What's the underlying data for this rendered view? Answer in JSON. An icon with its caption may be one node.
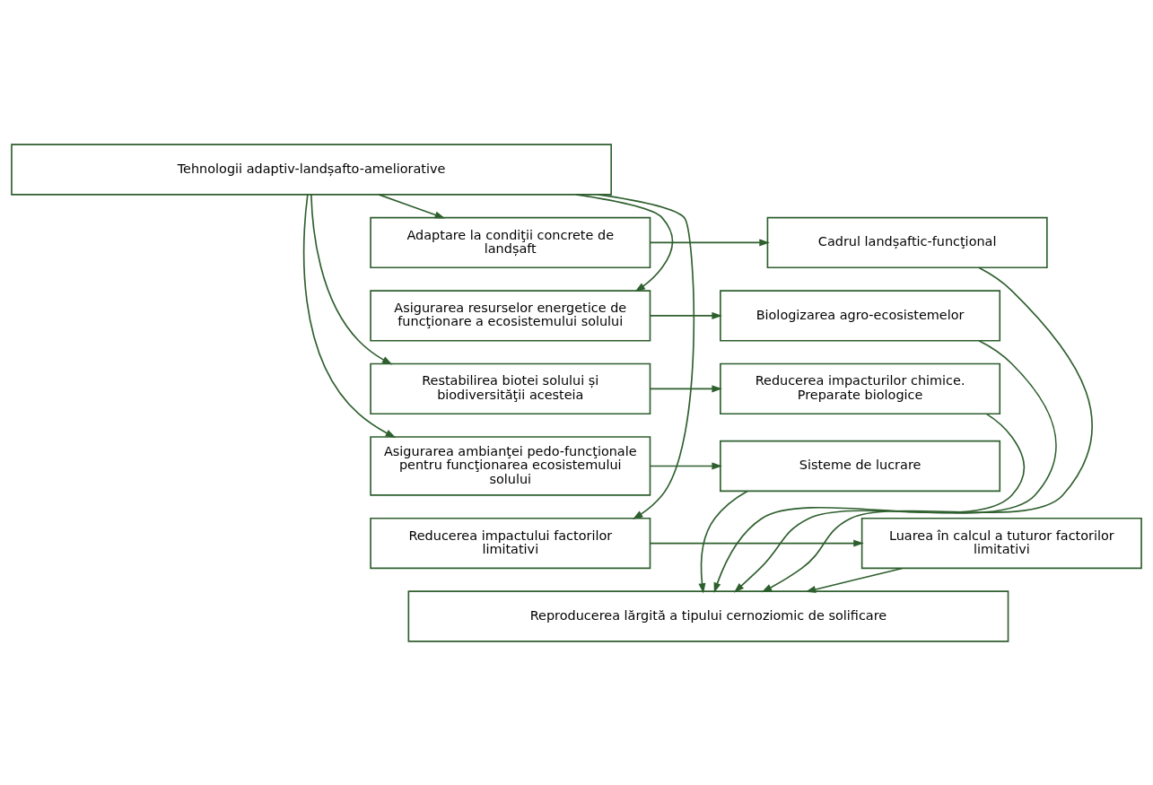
{
  "diagram": {
    "nodes": [
      {
        "text": [
          "Tehnologii adaptiv-landșafto-ameliorative"
        ]
      },
      {
        "text": [
          "Adaptare la condiţii concrete de landșaft"
        ]
      },
      {
        "text": [
          "Cadrul landșaftic-funcţional"
        ]
      },
      {
        "text": [
          "Asigurarea resurselor energetice de funcţionare a ecosistemului solului"
        ]
      },
      {
        "text": [
          "Biologizarea agro-ecosistemelor"
        ]
      },
      {
        "text": [
          "Restabilirea biotei solului și biodiversităţii acesteia"
        ]
      },
      {
        "text": [
          "Reducerea impacturilor chimice. Preparate biologice"
        ]
      },
      {
        "text": [
          "Asigurarea ambianţei pedo-funcţionale pentru funcţionarea ecosistemului solului"
        ]
      },
      {
        "text": [
          "Sisteme de lucrare"
        ]
      },
      {
        "text": [
          "Reducerea impactului factorilor limitativi"
        ]
      },
      {
        "text": [
          "Luarea în calcul a tuturor factorilor limitativi"
        ]
      },
      {
        "text": [
          "Reproducerea lărgită a tipului cernoziomic de solificare"
        ]
      }
    ],
    "edges": [
      {
        "from": 0,
        "to": 1,
        "arrow": "to"
      },
      {
        "from": 0,
        "to": 3,
        "arrow": "to"
      },
      {
        "from": 0,
        "to": 5,
        "arrow": "to"
      },
      {
        "from": 0,
        "to": 7,
        "arrow": "to"
      },
      {
        "from": 0,
        "to": 9,
        "arrow": "to"
      },
      {
        "from": 1,
        "to": 2,
        "arrow": "to"
      },
      {
        "from": 3,
        "to": 4,
        "arrow": "to"
      },
      {
        "from": 5,
        "to": 6,
        "arrow": "to"
      },
      {
        "from": 7,
        "to": 8,
        "arrow": "to"
      },
      {
        "from": 9,
        "to": 10,
        "arrow": "to"
      },
      {
        "from": 2,
        "to": 11,
        "arrow": "to"
      },
      {
        "from": 4,
        "to": 11,
        "arrow": "to"
      },
      {
        "from": 6,
        "to": 11,
        "arrow": "to"
      },
      {
        "from": 8,
        "to": 11,
        "arrow": "to"
      },
      {
        "from": 10,
        "to": 11,
        "arrow": "to"
      }
    ]
  }
}
